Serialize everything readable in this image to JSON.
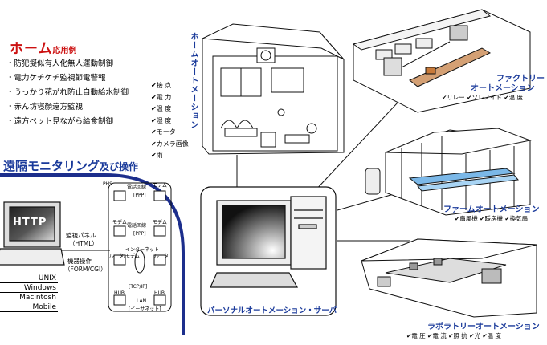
{
  "home_title": "ホーム",
  "home_title_sub": "応用例",
  "usage": [
    "・防犯擬似有人化無人運動制御",
    "・電力ケチケチ監視節電警報",
    "・うっかり花がれ防止自動給水制御",
    "・赤ん坊寝顔遠方監視",
    "・遠方ペット見ながら給食制御"
  ],
  "home_automation": "ホームオートメーション",
  "home_features": [
    "✔接 点",
    "✔電 力",
    "✔温 度",
    "✔湿 度",
    "✔モータ",
    "✔カメラ画像",
    "✔雨"
  ],
  "remote_title": "遠隔モニタリング",
  "remote_title_small": "及び操作",
  "http": "HTTP",
  "os_list": [
    "UNIX",
    "Windows",
    "Macintosh",
    "Mobile"
  ],
  "monitor_panel": "監視パネル",
  "monitor_panel_sub": "（HTML）",
  "device_control": "機器操作",
  "device_control_sub": "（FORM/CGI）",
  "net": {
    "phs": "PHS",
    "phone_line": "電話回線",
    "ppp": "[PPP]",
    "modem": "モデム",
    "internet": "インターネット",
    "router_modem": "ルータ/モデム",
    "router": "ルータ",
    "tcpip": "[TCP/IP]",
    "hub": "HUB",
    "lan": "LAN",
    "ethernet": "[イーサネット]"
  },
  "pc_server": "パーソナルオートメーション・サーバ",
  "factory_title1": "ファクトリー",
  "factory_title2": "オートメーション",
  "factory_features": "✔リレー ✔ソレノイド ✔温 度",
  "farm_title": "ファームオートメーション",
  "farm_features": "✔扇風機 ✔暖房機 ✔換気扇",
  "lab_title": "ラボラトリーオートメーション",
  "lab_features": "✔電 圧 ✔電 流 ✔照 抗 ✔光 ✔温 度",
  "colors": {
    "red": "#cc1111",
    "blue": "#1a3a9a",
    "dark_blue": "#1c2e8c"
  }
}
